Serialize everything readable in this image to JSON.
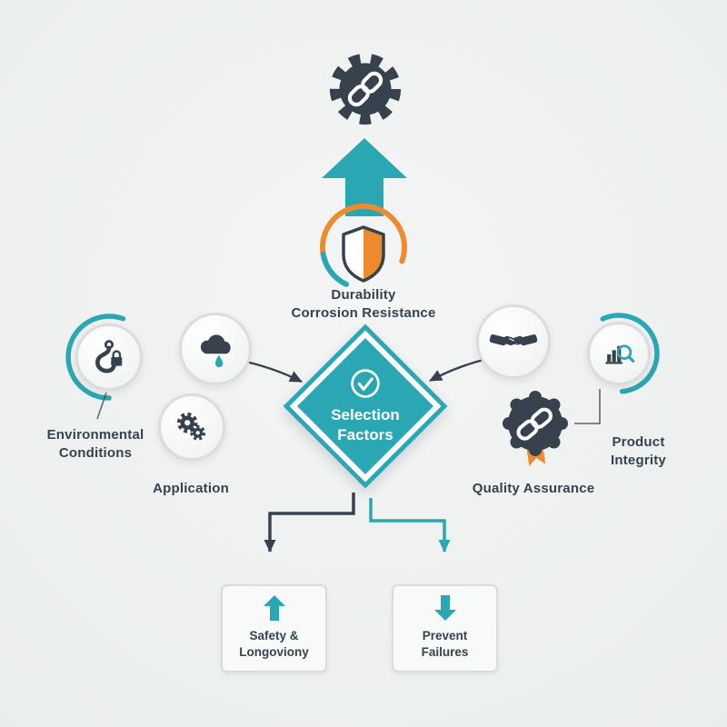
{
  "colors": {
    "teal": "#2ba7b3",
    "navy": "#37424e",
    "orange": "#ef8b2f",
    "bg": "#edefef",
    "circleBorder": "#d9dddd",
    "boxBg": "#f8f9f9",
    "boxBorder": "#d9dcdc"
  },
  "center": {
    "line1": "Selection",
    "line2": "Factors",
    "icon": "check-circle-icon"
  },
  "top": {
    "icon": "gear-chain-icon",
    "arrow_icon": "big-up-arrow-icon",
    "shield_icon": "shield-icon",
    "label_line1": "Durability",
    "label_line2": "Corrosion Resistance"
  },
  "left": {
    "environmental": {
      "icon": "hook-lock-icon",
      "line1": "Environmental",
      "line2": "Conditions"
    },
    "application": {
      "icon_cloud": "cloud-rain-icon",
      "icon_gears": "gears-icon",
      "label": "Application"
    }
  },
  "right": {
    "quality": {
      "icon_handshake": "handshake-icon",
      "icon_badge": "chain-badge-icon",
      "label": "Quality Assurance"
    },
    "product": {
      "icon": "chart-magnifier-icon",
      "line1": "Product",
      "line2": "Integrity"
    }
  },
  "outcomes": {
    "safety": {
      "icon": "up-arrow-icon",
      "line1": "Safety &",
      "line2": "Longoviony"
    },
    "prevent": {
      "icon": "down-arrow-icon",
      "line1": "Prevent",
      "line2": "Failures"
    }
  }
}
